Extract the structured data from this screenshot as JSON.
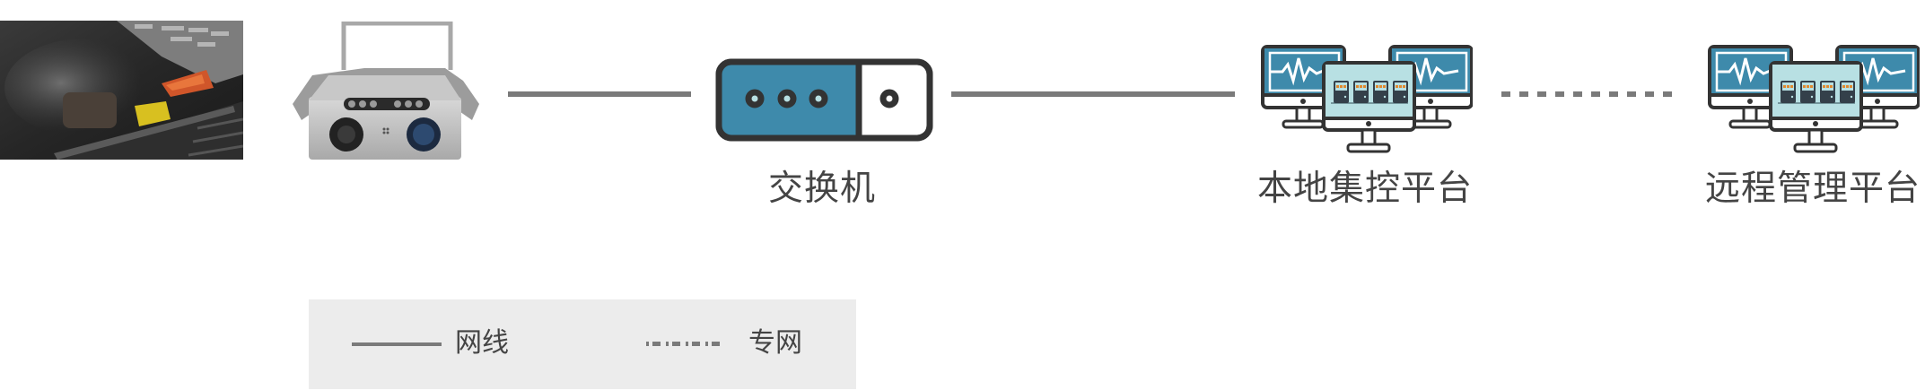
{
  "diagram": {
    "nodes": [
      {
        "id": "mine-photo",
        "label": "",
        "kind": "photo",
        "description": "coal mine shearer photo"
      },
      {
        "id": "camera",
        "label": "",
        "kind": "photo",
        "description": "explosion-proof camera device"
      },
      {
        "id": "switch",
        "label": "交换机",
        "kind": "icon"
      },
      {
        "id": "local-platform",
        "label": "本地集控平台",
        "kind": "icon"
      },
      {
        "id": "remote-platform",
        "label": "远程管理平台",
        "kind": "icon"
      }
    ],
    "edges": [
      {
        "from": "camera",
        "to": "switch",
        "style": "solid"
      },
      {
        "from": "switch",
        "to": "local-platform",
        "style": "solid"
      },
      {
        "from": "local-platform",
        "to": "remote-platform",
        "style": "dashed"
      }
    ]
  },
  "labels": {
    "switch": "交换机",
    "local_platform": "本地集控平台",
    "remote_platform": "远程管理平台"
  },
  "legend": {
    "solid_label": "网线",
    "dashed_label": "专网"
  },
  "colors": {
    "line": "#7a7a7a",
    "icon_outline": "#333333",
    "screen_blue": "#3e8aab",
    "screen_light": "#b8e0e3",
    "server_dark": "#34404a",
    "server_led": "#e0892e",
    "legend_bg": "#ececec",
    "text": "#444444"
  }
}
